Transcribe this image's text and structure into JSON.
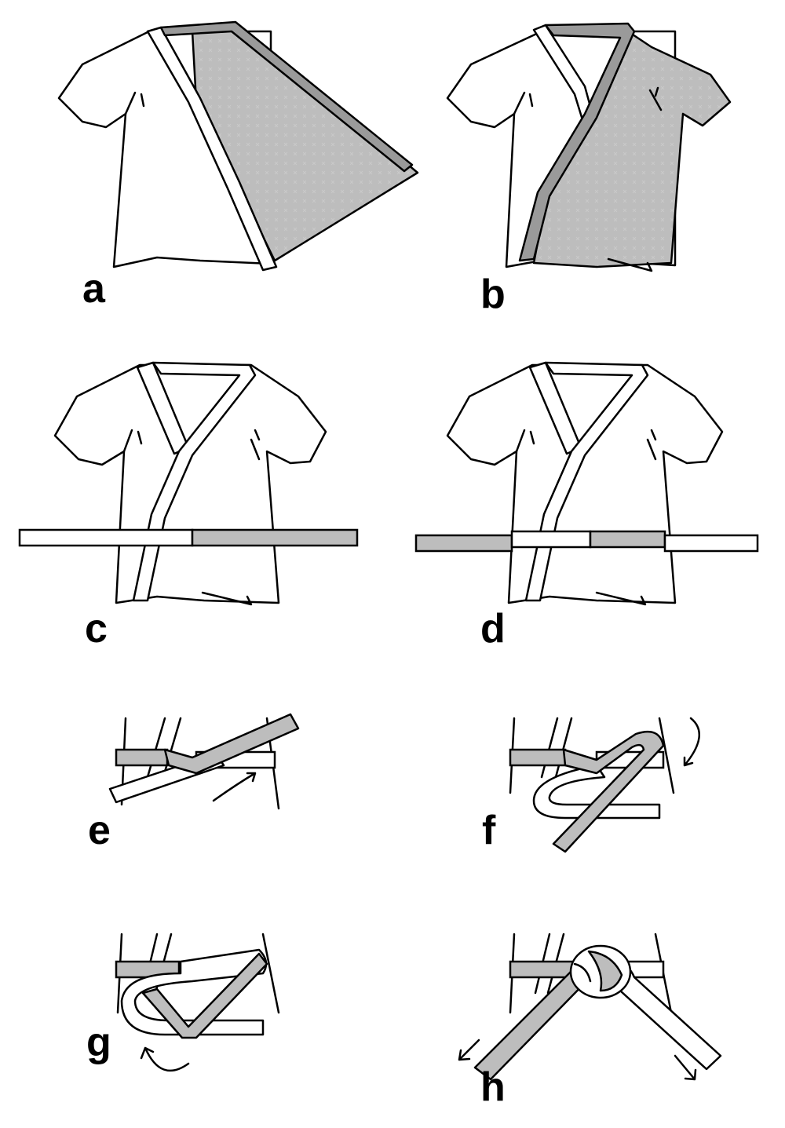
{
  "colors": {
    "outline": "#000000",
    "fabric": "#ffffff",
    "shade": "#bdbdbd",
    "background": "#ffffff"
  },
  "panels": [
    {
      "id": "a",
      "label": "a"
    },
    {
      "id": "b",
      "label": "b"
    },
    {
      "id": "c",
      "label": "c"
    },
    {
      "id": "d",
      "label": "d"
    },
    {
      "id": "e",
      "label": "e"
    },
    {
      "id": "f",
      "label": "f"
    },
    {
      "id": "g",
      "label": "g"
    },
    {
      "id": "h",
      "label": "h"
    }
  ]
}
